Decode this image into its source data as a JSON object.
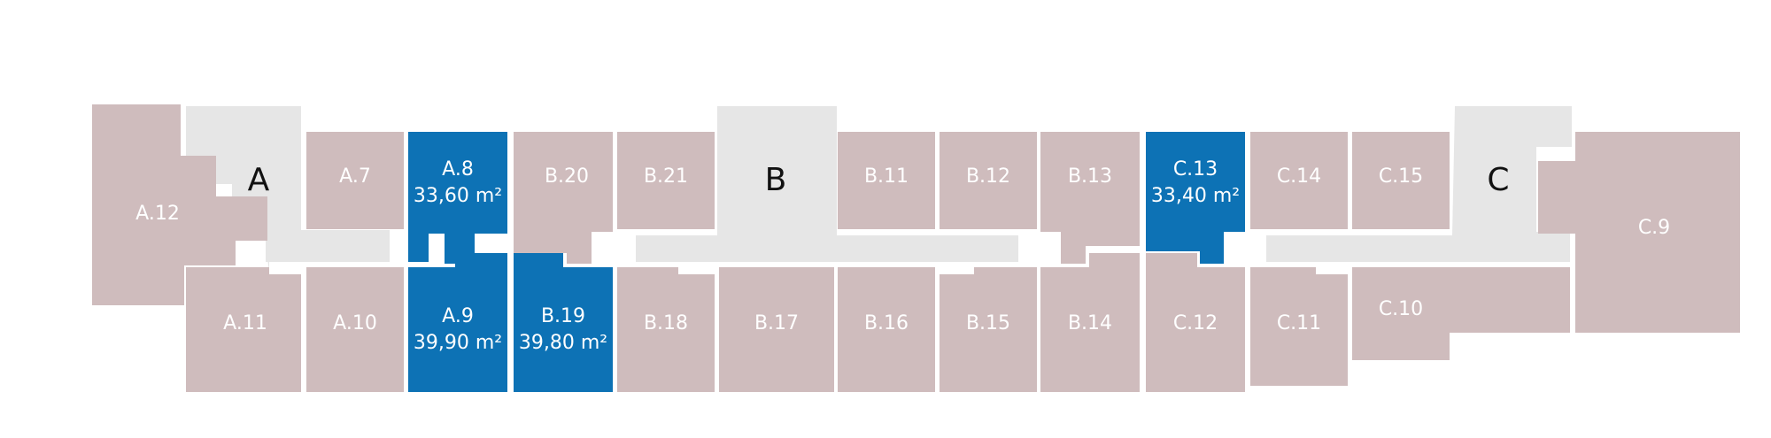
{
  "cores": {
    "a": "A",
    "b": "B",
    "c": "C"
  },
  "units": {
    "a12": "A.12",
    "a7": "A.7",
    "a8": "A.8",
    "a11": "A.11",
    "a10": "A.10",
    "a9": "A.9",
    "b20": "B.20",
    "b21": "B.21",
    "b11": "B.11",
    "b12": "B.12",
    "b13": "B.13",
    "b19": "B.19",
    "b18": "B.18",
    "b17": "B.17",
    "b16": "B.16",
    "b15": "B.15",
    "b14": "B.14",
    "c13": "C.13",
    "c14": "C.14",
    "c15": "C.15",
    "c9": "C.9",
    "c12": "C.12",
    "c11": "C.11",
    "c10": "C.10"
  },
  "areas": {
    "a8": "33,60 m²",
    "c13": "33,40 m²",
    "a9": "39,90 m²",
    "b19": "39,80 m²"
  },
  "colors": {
    "unit": "#cfbcbd",
    "available": "#0d72b5",
    "corridor": "#e6e6e6"
  }
}
